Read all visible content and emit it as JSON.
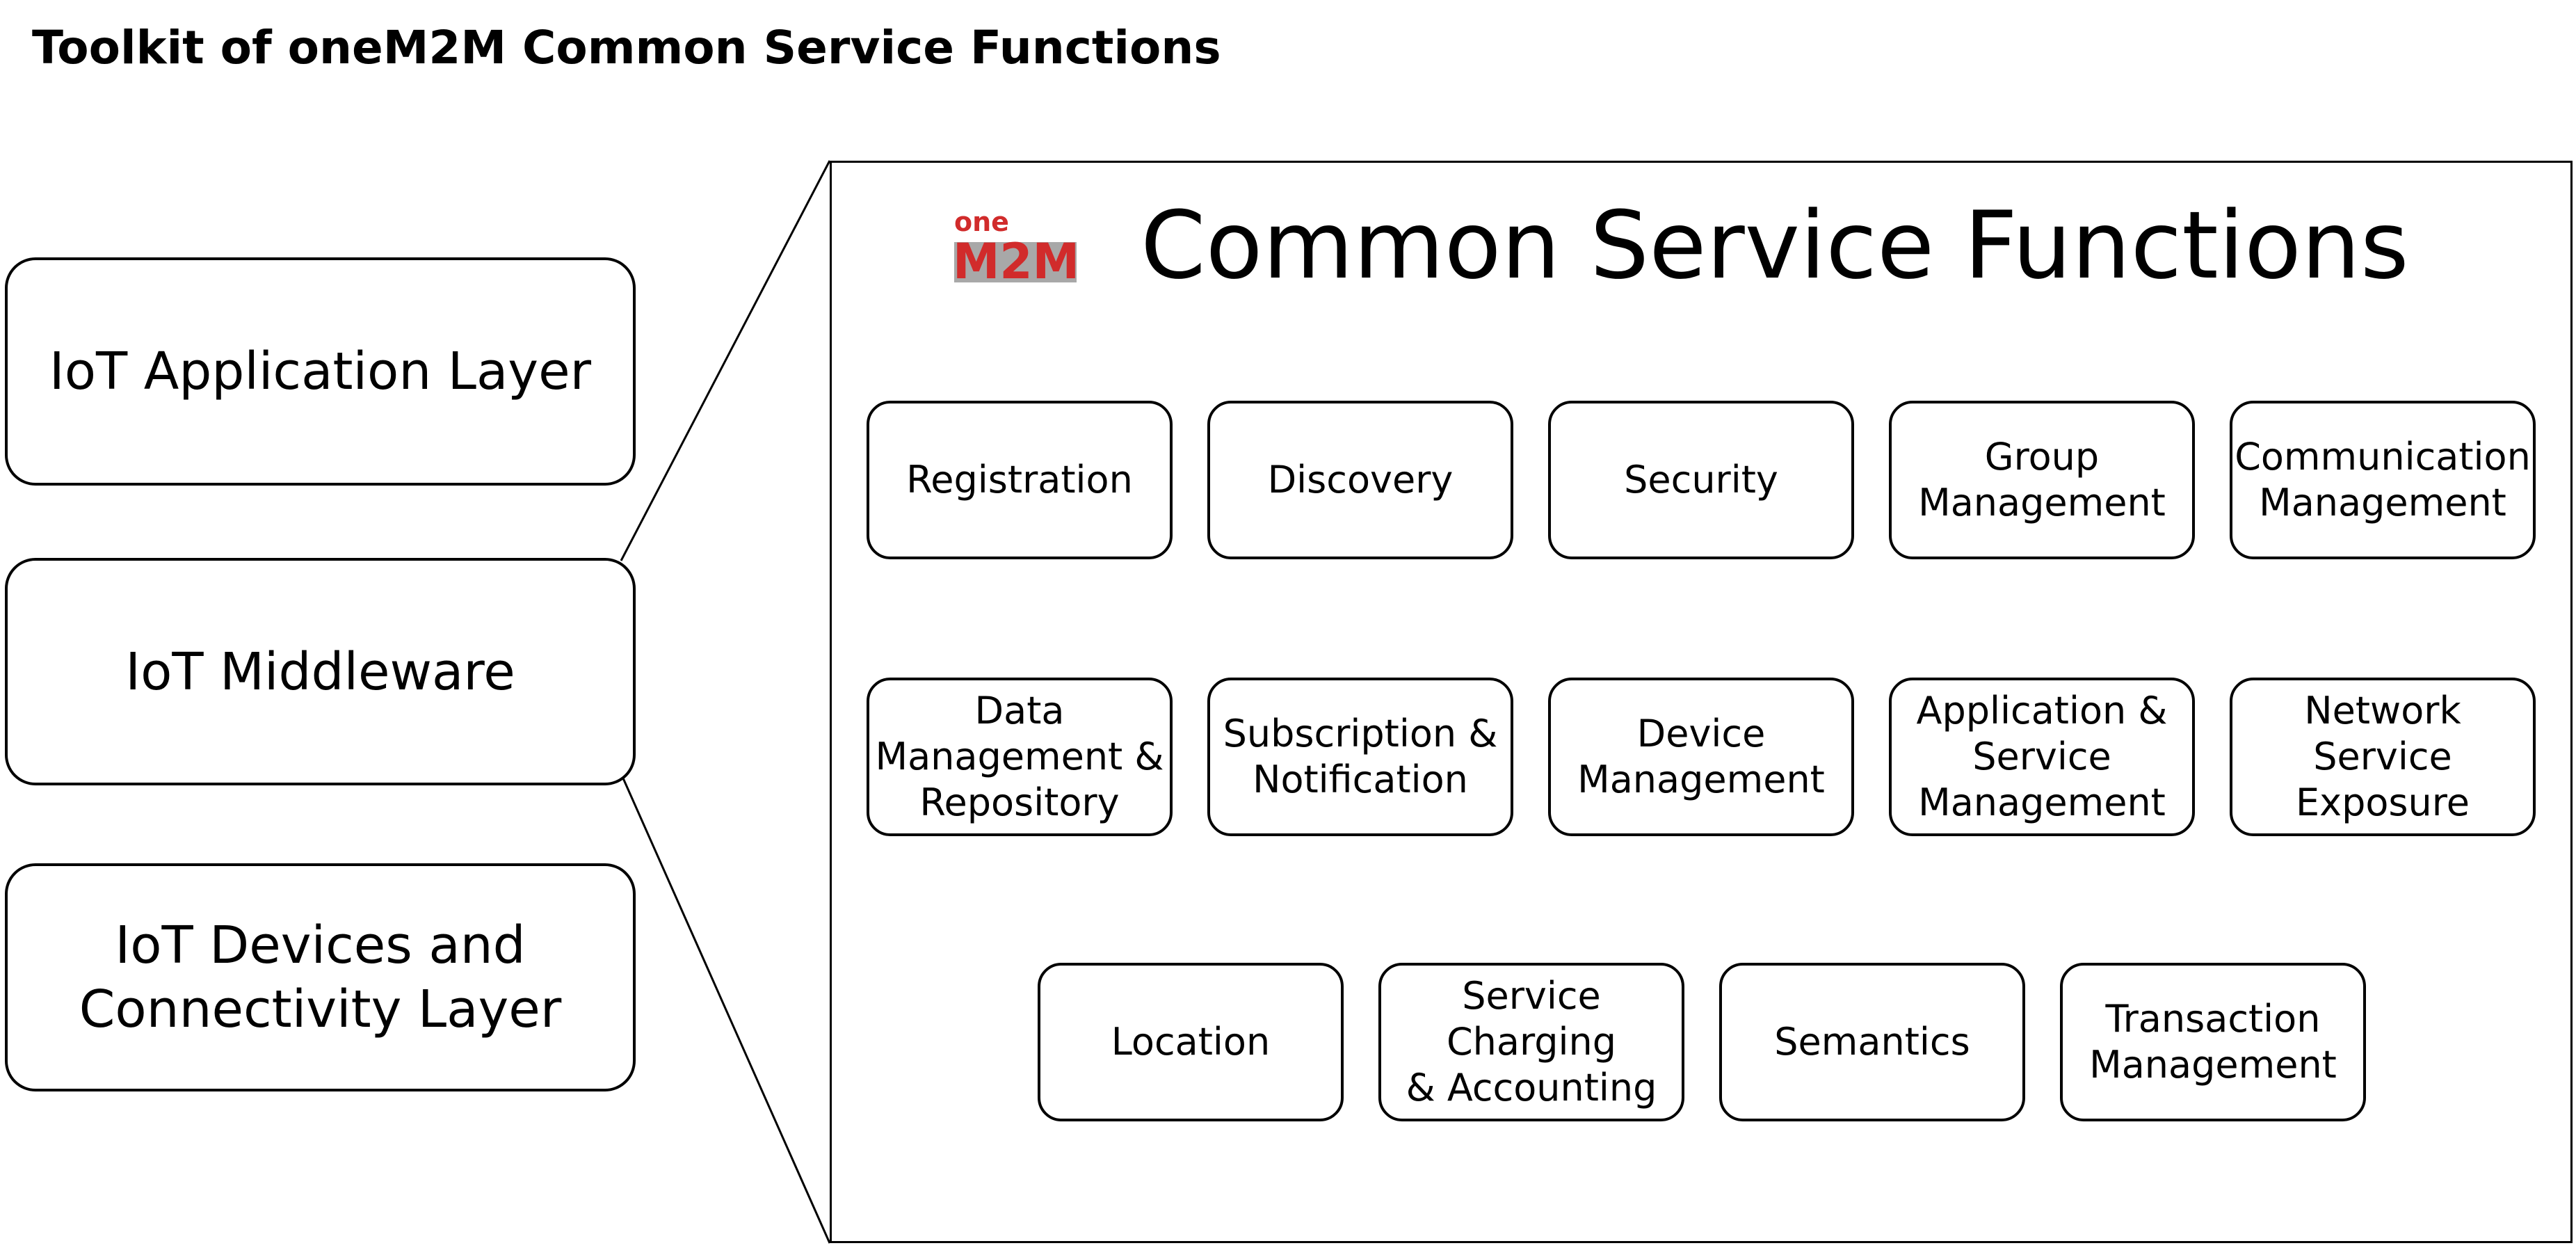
{
  "page": {
    "title": "Toolkit of oneM2M Common Service Functions"
  },
  "layers": [
    {
      "label": "IoT Application Layer"
    },
    {
      "label": "IoT Middleware"
    },
    {
      "label": "IoT Devices and\nConnectivity Layer"
    }
  ],
  "panel": {
    "heading": "Common Service Functions",
    "logo": {
      "text_top": "one",
      "text_bottom": "M2M",
      "colors": {
        "red": "#d12b2b",
        "gray": "#a8a8a8"
      }
    }
  },
  "csf": {
    "row1": [
      {
        "label": "Registration"
      },
      {
        "label": "Discovery"
      },
      {
        "label": "Security"
      },
      {
        "label": "Group\nManagement"
      },
      {
        "label": "Communication\nManagement"
      }
    ],
    "row2": [
      {
        "label": "Data\nManagement &\nRepository"
      },
      {
        "label": "Subscription &\nNotification"
      },
      {
        "label": "Device\nManagement"
      },
      {
        "label": "Application &\nService\nManagement"
      },
      {
        "label": "Network Service\nExposure"
      }
    ],
    "row3": [
      {
        "label": "Location"
      },
      {
        "label": "Service Charging\n& Accounting"
      },
      {
        "label": "Semantics"
      },
      {
        "label": "Transaction\nManagement"
      }
    ]
  }
}
